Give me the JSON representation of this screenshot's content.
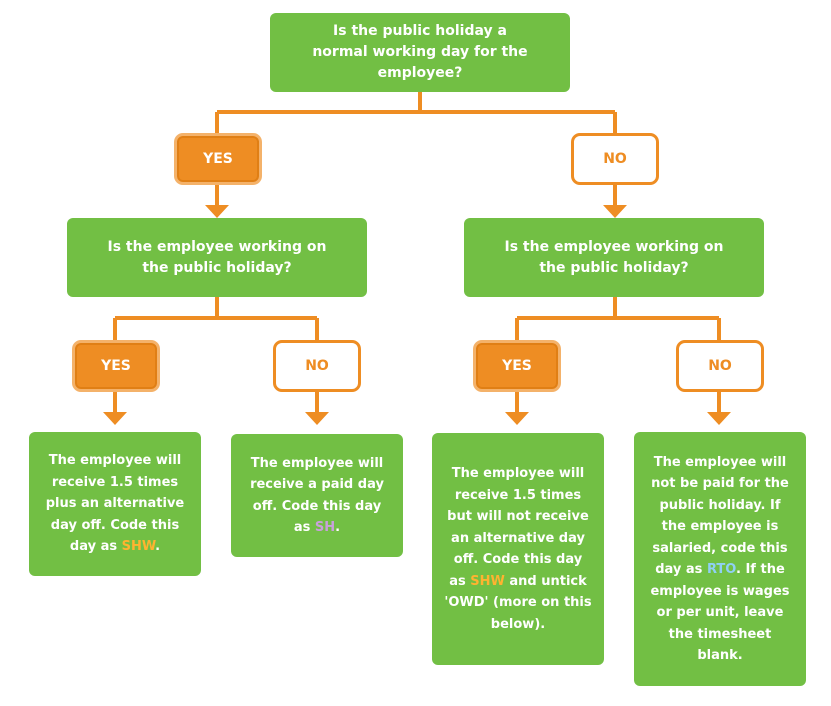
{
  "root": {
    "question": "Is the public holiday a normal working day for the employee?"
  },
  "left": {
    "answer": "YES",
    "question": "Is the employee working on the public holiday?",
    "branches": [
      {
        "answer": "YES",
        "outcome": {
          "before": "The employee will receive 1.5 times plus an alternative day off. Code this day as ",
          "code": "SHW",
          "after": "."
        }
      },
      {
        "answer": "NO",
        "outcome": {
          "before": "The employee will receive a paid day off. Code this day as ",
          "code": "SH",
          "after": "."
        }
      }
    ]
  },
  "right": {
    "answer": "NO",
    "question": "Is the employee working on the public holiday?",
    "branches": [
      {
        "answer": "YES",
        "outcome": {
          "before": "The employee will receive 1.5 times but will not receive an alternative day off. Code this day as ",
          "code": "SHW",
          "after": " and untick 'OWD' (more on this below)."
        }
      },
      {
        "answer": "NO",
        "outcome": {
          "before": "The employee will not be paid for the public holiday. If the employee is salaried, code this day as ",
          "code": "RTO",
          "after": ". If the employee is wages or per unit, leave the timesheet blank."
        }
      }
    ]
  },
  "colors": {
    "green": "#72bf44",
    "orange": "#ee8d23",
    "code_shw": "#ffb330",
    "code_sh": "#c9a0dc",
    "code_rto": "#8fd0f5"
  }
}
